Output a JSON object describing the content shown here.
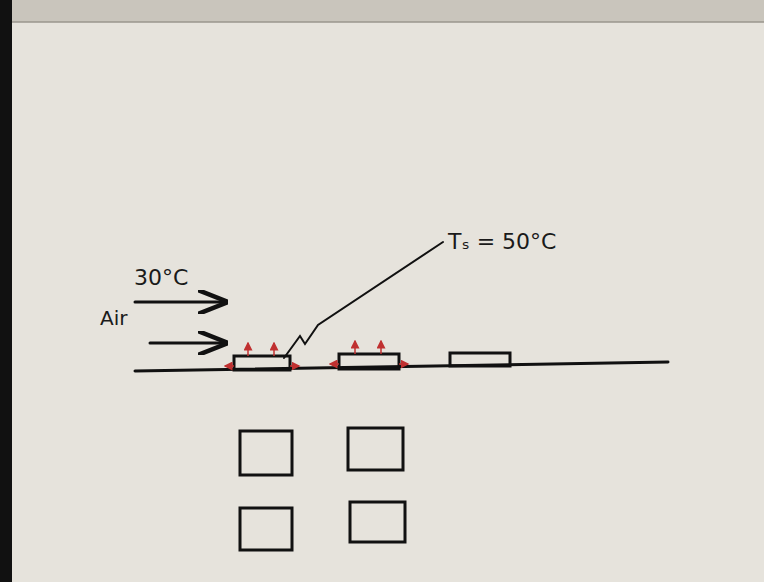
{
  "diagram": {
    "labels": [
      "Tₛ = 50°C",
      "30°C",
      "Air"
    ]
  }
}
